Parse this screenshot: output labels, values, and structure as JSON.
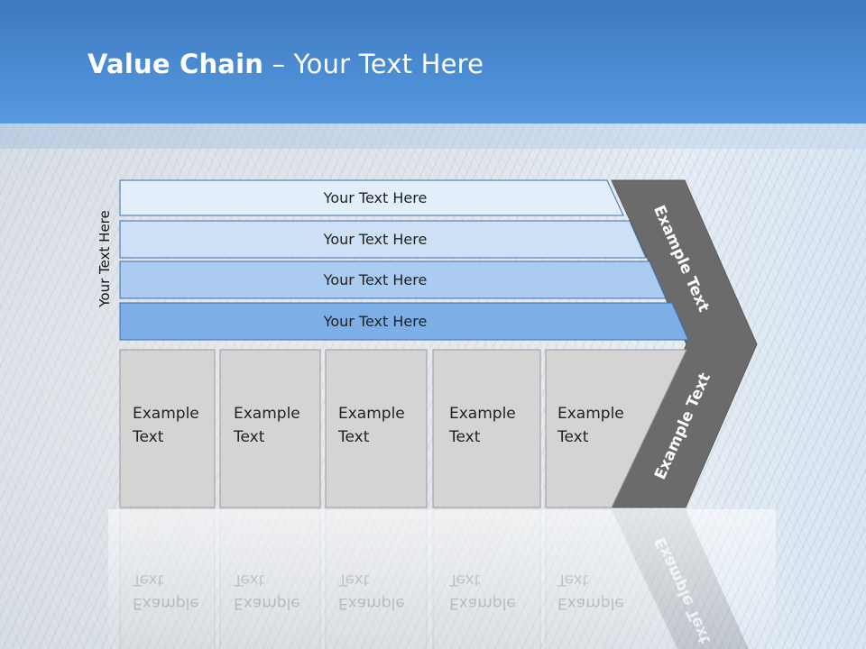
{
  "slide": {
    "title_bold": "Value Chain",
    "title_rest": " – Your Text Here",
    "vertical_label": "Your Text Here"
  },
  "bands": [
    {
      "label": "Your Text Here",
      "color": "#e3eefb"
    },
    {
      "label": "Your Text Here",
      "color": "#cde0f6"
    },
    {
      "label": "Your Text Here",
      "color": "#abcbf0"
    },
    {
      "label": "Your Text Here",
      "color": "#7eaee6"
    }
  ],
  "boxes": [
    {
      "line1": "Example",
      "line2": "Text"
    },
    {
      "line1": "Example",
      "line2": "Text"
    },
    {
      "line1": "Example",
      "line2": "Text"
    },
    {
      "line1": "Example",
      "line2": "Text"
    },
    {
      "line1": "Example",
      "line2": "Text"
    }
  ],
  "chevron": {
    "upper_label": "Example Text",
    "lower_label": "Example Text",
    "color": "#6b6b6b"
  },
  "colors": {
    "header": "#4a8bd2",
    "box_fill": "#d4d4d4",
    "box_border": "#9a9a9a",
    "band_border": "#3a6fae"
  }
}
